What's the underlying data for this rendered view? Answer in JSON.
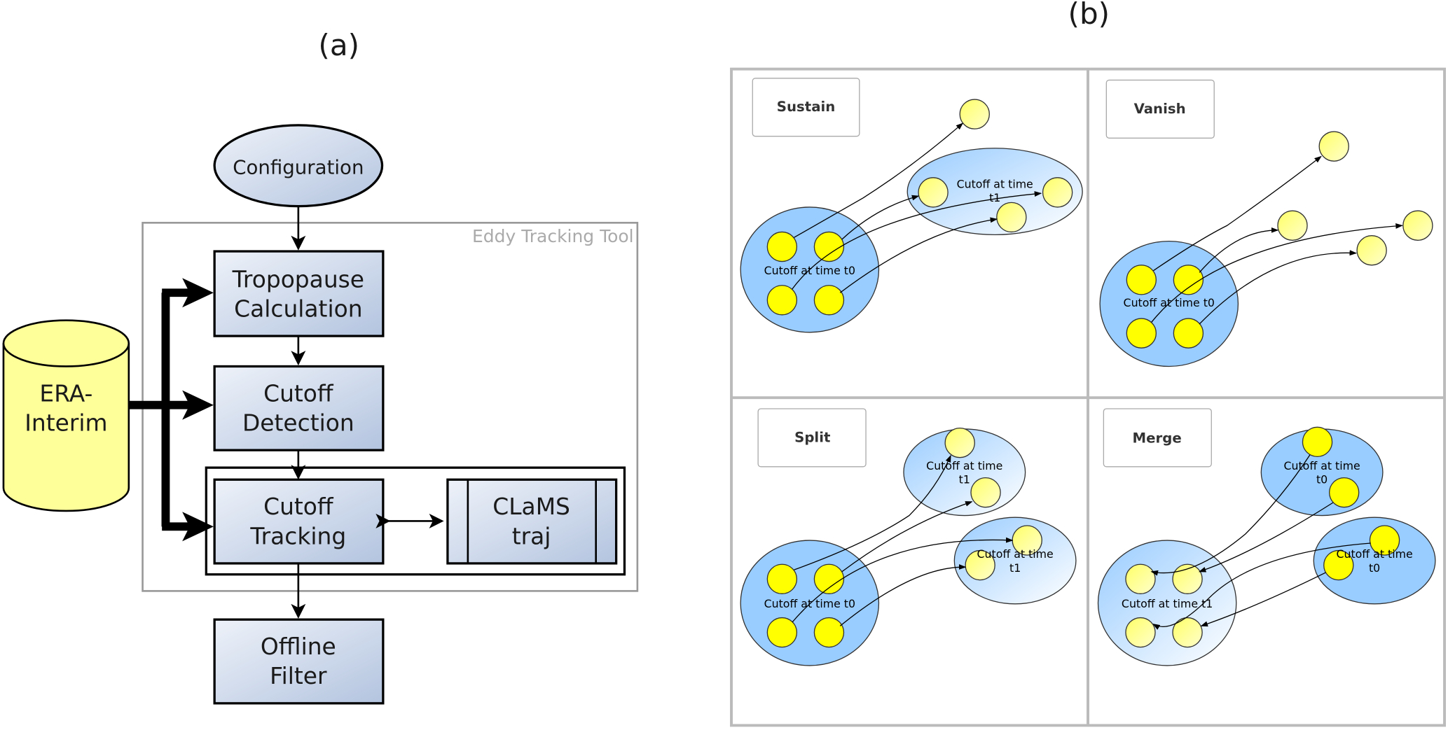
{
  "panel_a": {
    "label": "(a)",
    "configuration": "Configuration",
    "container_label": "Eddy Tracking Tool",
    "era": [
      "ERA-",
      "Interim"
    ],
    "tropopause": [
      "Tropopause",
      "Calculation"
    ],
    "detection": [
      "Cutoff",
      "Detection"
    ],
    "tracking": [
      "Cutoff",
      "Tracking"
    ],
    "clams": [
      "CLaMS",
      "traj"
    ],
    "offline": [
      "Offline",
      "Filter"
    ]
  },
  "panel_b": {
    "label": "(b)",
    "sustain": {
      "title": "Sustain",
      "t0": "Cutoff at time t0",
      "t1": [
        "Cutoff at time",
        "t1"
      ]
    },
    "vanish": {
      "title": "Vanish",
      "t0": "Cutoff at time t0"
    },
    "split": {
      "title": "Split",
      "t0": "Cutoff at time t0",
      "t1a": [
        "Cutoff at time",
        "t1"
      ],
      "t1b": [
        "Cutoff at time",
        "t1"
      ]
    },
    "merge": {
      "title": "Merge",
      "t1": "Cutoff at time t1",
      "t0a": [
        "Cutoff at time",
        "t0"
      ],
      "t0b": [
        "Cutoff at time",
        "t0"
      ]
    }
  },
  "colors": {
    "cutoff_blue": "#99ccff",
    "particle_yellow": "#ffff00",
    "database_yellow": "#ffff99",
    "box_blue": "#b8c8e2"
  }
}
